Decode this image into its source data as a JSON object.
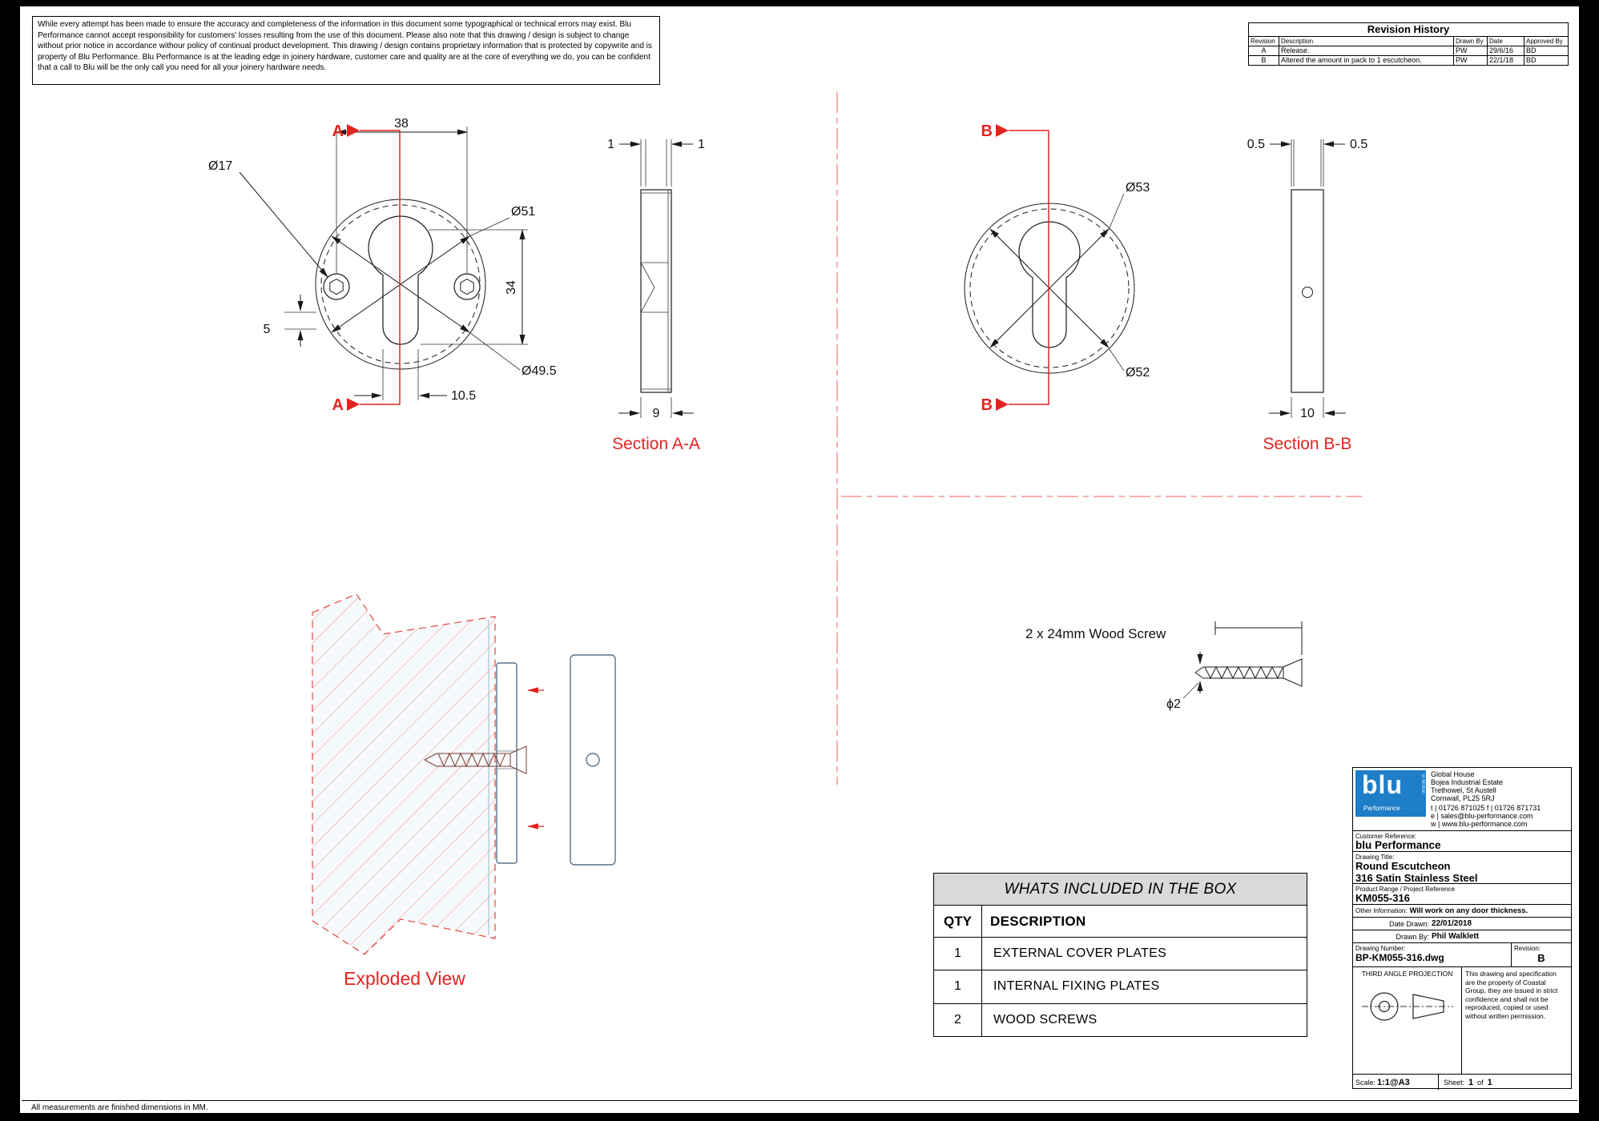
{
  "page": {
    "disclaimer": "While every attempt has been made to ensure the accuracy and completeness of the information in this document some typographical or technical errors may exist. Blu Performance cannot accept responsibility for customers' losses resulting from the use of this document.  Please also note that this drawing / design is subject to change without prior notice in accordance withour policy of continual product development.  This drawing / design contains proprietary information that is protected by copywrite and is property of Blu Performance.  Blu Performance is at the leading edge in joinery hardware, customer care and quality are at the core of everything we do, you can be confident that a call to Blu will be the only call you need for all your joinery hardware needs.",
    "footer_note": "All measurements are finished dimensions in MM."
  },
  "revision_history": {
    "title": "Revision History",
    "headers": [
      "Revision",
      "Description",
      "Drawn By",
      "Date",
      "Approved By"
    ],
    "rows": [
      {
        "revision": "A",
        "description": "Release.",
        "drawn_by": "PW",
        "date": "29/6/16",
        "approved_by": "BD"
      },
      {
        "revision": "B",
        "description": "Altered the amount in pack to 1 escutcheon.",
        "drawn_by": "PW",
        "date": "22/1/18",
        "approved_by": "BD"
      }
    ]
  },
  "drawing": {
    "marker_a": "A",
    "marker_b": "B",
    "section_a_label": "Section A-A",
    "section_b_label": "Section B-B",
    "exploded_label": "Exploded View",
    "screw_label": "2 x 24mm Wood Screw",
    "dims": {
      "w38": "38",
      "d17": "Ø17",
      "d51": "Ø51",
      "h34": "34",
      "off5": "5",
      "d495": "Ø49.5",
      "slot105": "10.5",
      "t1l": "1",
      "t1r": "1",
      "w9": "9",
      "d53": "Ø53",
      "d52": "Ø52",
      "t05l": "0.5",
      "t05r": "0.5",
      "w10": "10",
      "screw_d": "ϕ2"
    }
  },
  "box_table": {
    "title": "WHATS INCLUDED IN THE BOX",
    "headers": {
      "qty": "QTY",
      "description": "DESCRIPTION"
    },
    "rows": [
      {
        "qty": "1",
        "description": "EXTERNAL COVER PLATES"
      },
      {
        "qty": "1",
        "description": "INTERNAL FIXING PLATES"
      },
      {
        "qty": "2",
        "description": "WOOD SCREWS"
      }
    ]
  },
  "title_block": {
    "logo_main": "blu",
    "logo_sub": "Performance",
    "logo_tag": "in Motion",
    "address": [
      "Global House",
      "Bojea Industrial Estate",
      "Trethowel, St Austell",
      "Cornwall, PL25 5RJ"
    ],
    "contact": [
      "t | 01726 871025   f | 01726 871731",
      "e | sales@blu-performance.com",
      "w | www.blu-performance.com"
    ],
    "customer_reference_label": "Customer Reference:",
    "customer_reference": "blu Performance",
    "drawing_title_label": "Drawing Title:",
    "drawing_title_line1": "Round Escutcheon",
    "drawing_title_line2": "316 Satin Stainless Steel",
    "product_range_label": "Product Range / Project Reference",
    "product_range": "KM055-316",
    "other_info_label": "Other Information:",
    "other_info": "Will work on any door thickness.",
    "date_drawn_label": "Date Drawn:",
    "date_drawn": "22/01/2018",
    "drawn_by_label": "Drawn By:",
    "drawn_by": "Phil Walklett",
    "drawing_number_label": "Drawing Number:",
    "drawing_number": "BP-KM055-316.dwg",
    "revision_label": "Revision:",
    "revision": "B",
    "projection_label": "THIRD ANGLE PROJECTION",
    "confidentiality": "This drawing and specification are the property of Coastal Group, they are issued in strict confidence and shall not be reproduced, copied or used without written permission.",
    "scale_label": "Scale:",
    "scale_value": "1:1@A3",
    "sheet_label": "Sheet:",
    "sheet_page": "1",
    "sheet_of": "of",
    "sheet_total": "1"
  }
}
